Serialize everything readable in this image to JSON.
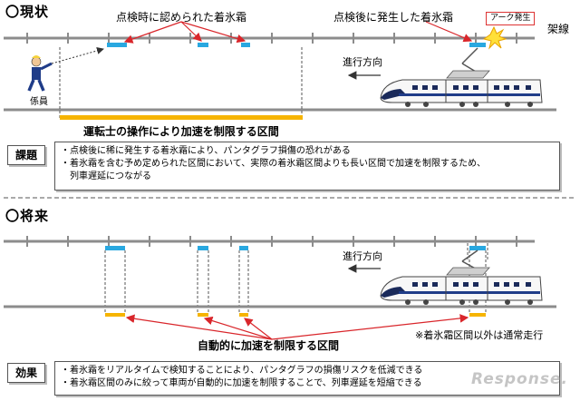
{
  "current": {
    "heading": "〇現状",
    "frost_found_label": "点検時に認められた着氷霜",
    "frost_after_label": "点検後に発生した着氷霜",
    "arc_label": "アーク発生",
    "overhead_label": "架線",
    "direction_label": "進行方向",
    "worker_label": "係員",
    "restricted_label": "運転士の操作により加速を制限する区間"
  },
  "issue": {
    "tag": "課題",
    "lines": [
      "・点検後に稀に発生する着氷霜により、パンタグラフ損傷の恐れがある",
      "・着氷霜を含む予め定められた区間において、実際の着氷霜区間よりも長い区間で加速を制限するため、",
      "　列車遅延につながる"
    ]
  },
  "future": {
    "heading": "〇将来",
    "direction_label": "進行方向",
    "auto_label": "自動的に加速を制限する区間",
    "note": "※着氷霜区間以外は通常走行"
  },
  "effect": {
    "tag": "効果",
    "lines": [
      "・着氷霜をリアルタイムで検知することにより、パンタグラフの損傷リスクを低減できる",
      "・着氷霜区間のみに絞って車両が自動的に加速を制限することで、列車遅延を短縮できる"
    ]
  },
  "watermark": "Response.",
  "colors": {
    "frost": "#29a8e0",
    "restrict": "#f6b400",
    "arrow": "#d9262b",
    "rail": "#8c8c8c"
  }
}
